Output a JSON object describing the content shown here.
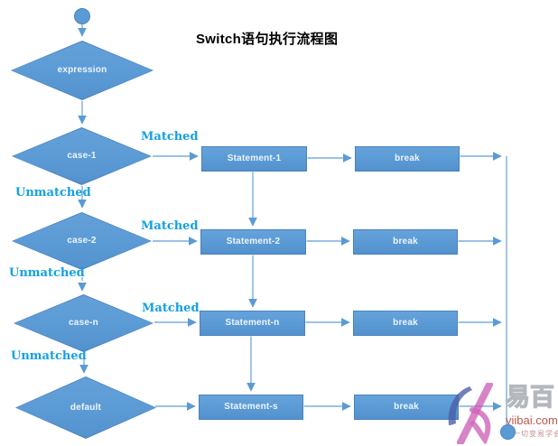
{
  "title": "Switch语句执行流程图",
  "flow": {
    "expression_label": "expression",
    "rows": [
      {
        "case": "case-1",
        "statement": "Statement-1",
        "break": "break",
        "matched": "Matched",
        "unmatched": "Unmatched"
      },
      {
        "case": "case-2",
        "statement": "Statement-2",
        "break": "break",
        "matched": "Matched",
        "unmatched": "Unmatched"
      },
      {
        "case": "case-n",
        "statement": "Statement-n",
        "break": "break",
        "matched": "Matched",
        "unmatched": "Unmatched"
      },
      {
        "case": "default",
        "statement": "Statement-s",
        "break": "break"
      }
    ]
  },
  "colors": {
    "shape_fill": "#5b9bd5",
    "shape_border": "#4a82be",
    "connector": "#7aaedd",
    "arrowhead": "#5b9bd5",
    "branch_label": "#13a0e6",
    "title": "#000000",
    "watermark_red": "#c0564a",
    "watermark_gray": "#b4b8be"
  },
  "watermark": {
    "brand": "易百",
    "site": "yiibai.com",
    "slogan": "让一切变易学会"
  }
}
